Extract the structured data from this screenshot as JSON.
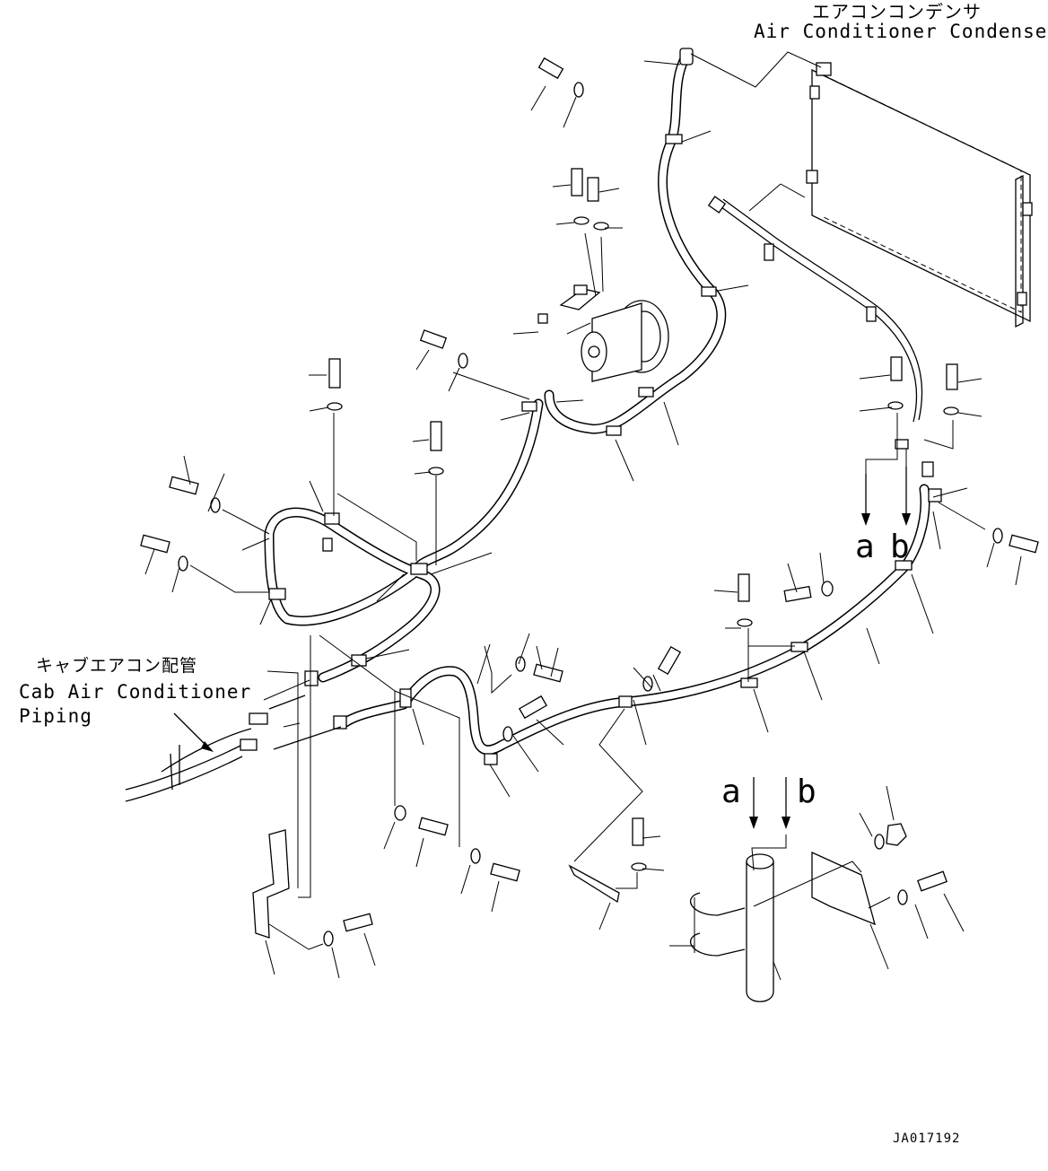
{
  "labels": {
    "condenser_jp": "エアコンコンデンサ",
    "condenser_en": "Air Conditioner Condenser",
    "cab_piping_jp": "キャブエアコン配管",
    "cab_piping_en_line1": "Cab Air Conditioner",
    "cab_piping_en_line2": "Piping",
    "ref_a_upper": "a",
    "ref_b_upper": "b",
    "ref_a_lower": "a",
    "ref_b_lower": "b",
    "drawing_number": "JA017192"
  }
}
